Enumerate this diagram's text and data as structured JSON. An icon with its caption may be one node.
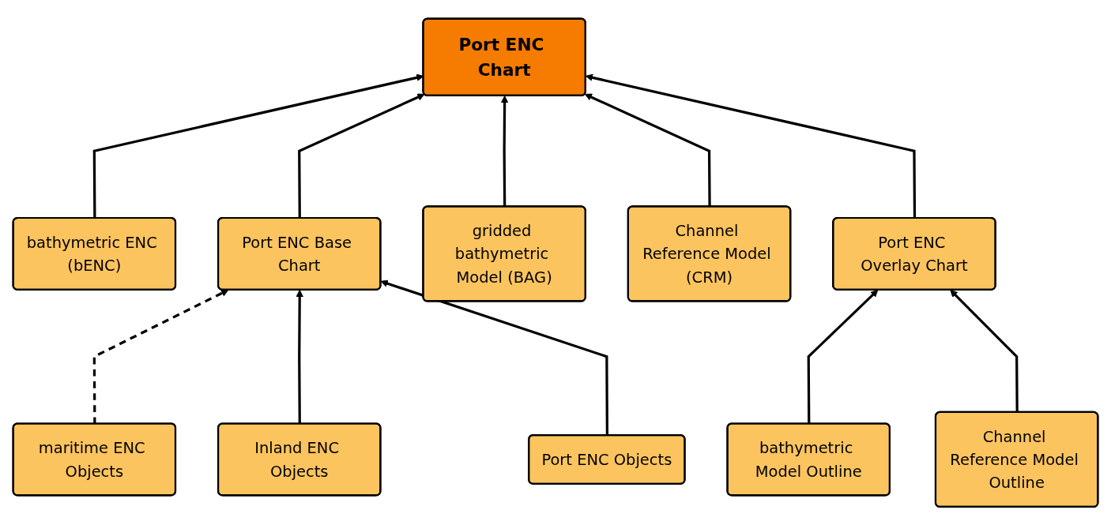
{
  "diagram": {
    "nodes": [
      {
        "text": [
          "Port ENC Chart"
        ]
      },
      {
        "text": [
          "bathymetric ENC (bENC)"
        ]
      },
      {
        "text": [
          "Port ENC Base Chart"
        ]
      },
      {
        "text": [
          "gridded bathymetric Model (BAG)"
        ]
      },
      {
        "text": [
          "Channel Reference Model (CRM)"
        ]
      },
      {
        "text": [
          "Port ENC Overlay Chart"
        ]
      },
      {
        "text": [
          "maritime ENC Objects"
        ]
      },
      {
        "text": [
          "Inland ENC Objects"
        ]
      },
      {
        "text": [
          "Port ENC Objects"
        ]
      },
      {
        "text": [
          "bathymetric Model Outline"
        ]
      },
      {
        "text": [
          "Channel Reference Model Outline"
        ]
      }
    ],
    "edges": [
      {
        "from": 1,
        "to": 0,
        "arrow": "to"
      },
      {
        "from": 2,
        "to": 0,
        "arrow": "to"
      },
      {
        "from": 3,
        "to": 0,
        "arrow": "to"
      },
      {
        "from": 4,
        "to": 0,
        "arrow": "to"
      },
      {
        "from": 5,
        "to": 0,
        "arrow": "to"
      },
      {
        "from": 6,
        "to": 2,
        "arrow": "to",
        "style": "dashed"
      },
      {
        "from": 7,
        "to": 2,
        "arrow": "to"
      },
      {
        "from": 8,
        "to": 2,
        "arrow": "to"
      },
      {
        "from": 9,
        "to": 5,
        "arrow": "to"
      },
      {
        "from": 10,
        "to": 5,
        "arrow": "to"
      }
    ]
  }
}
